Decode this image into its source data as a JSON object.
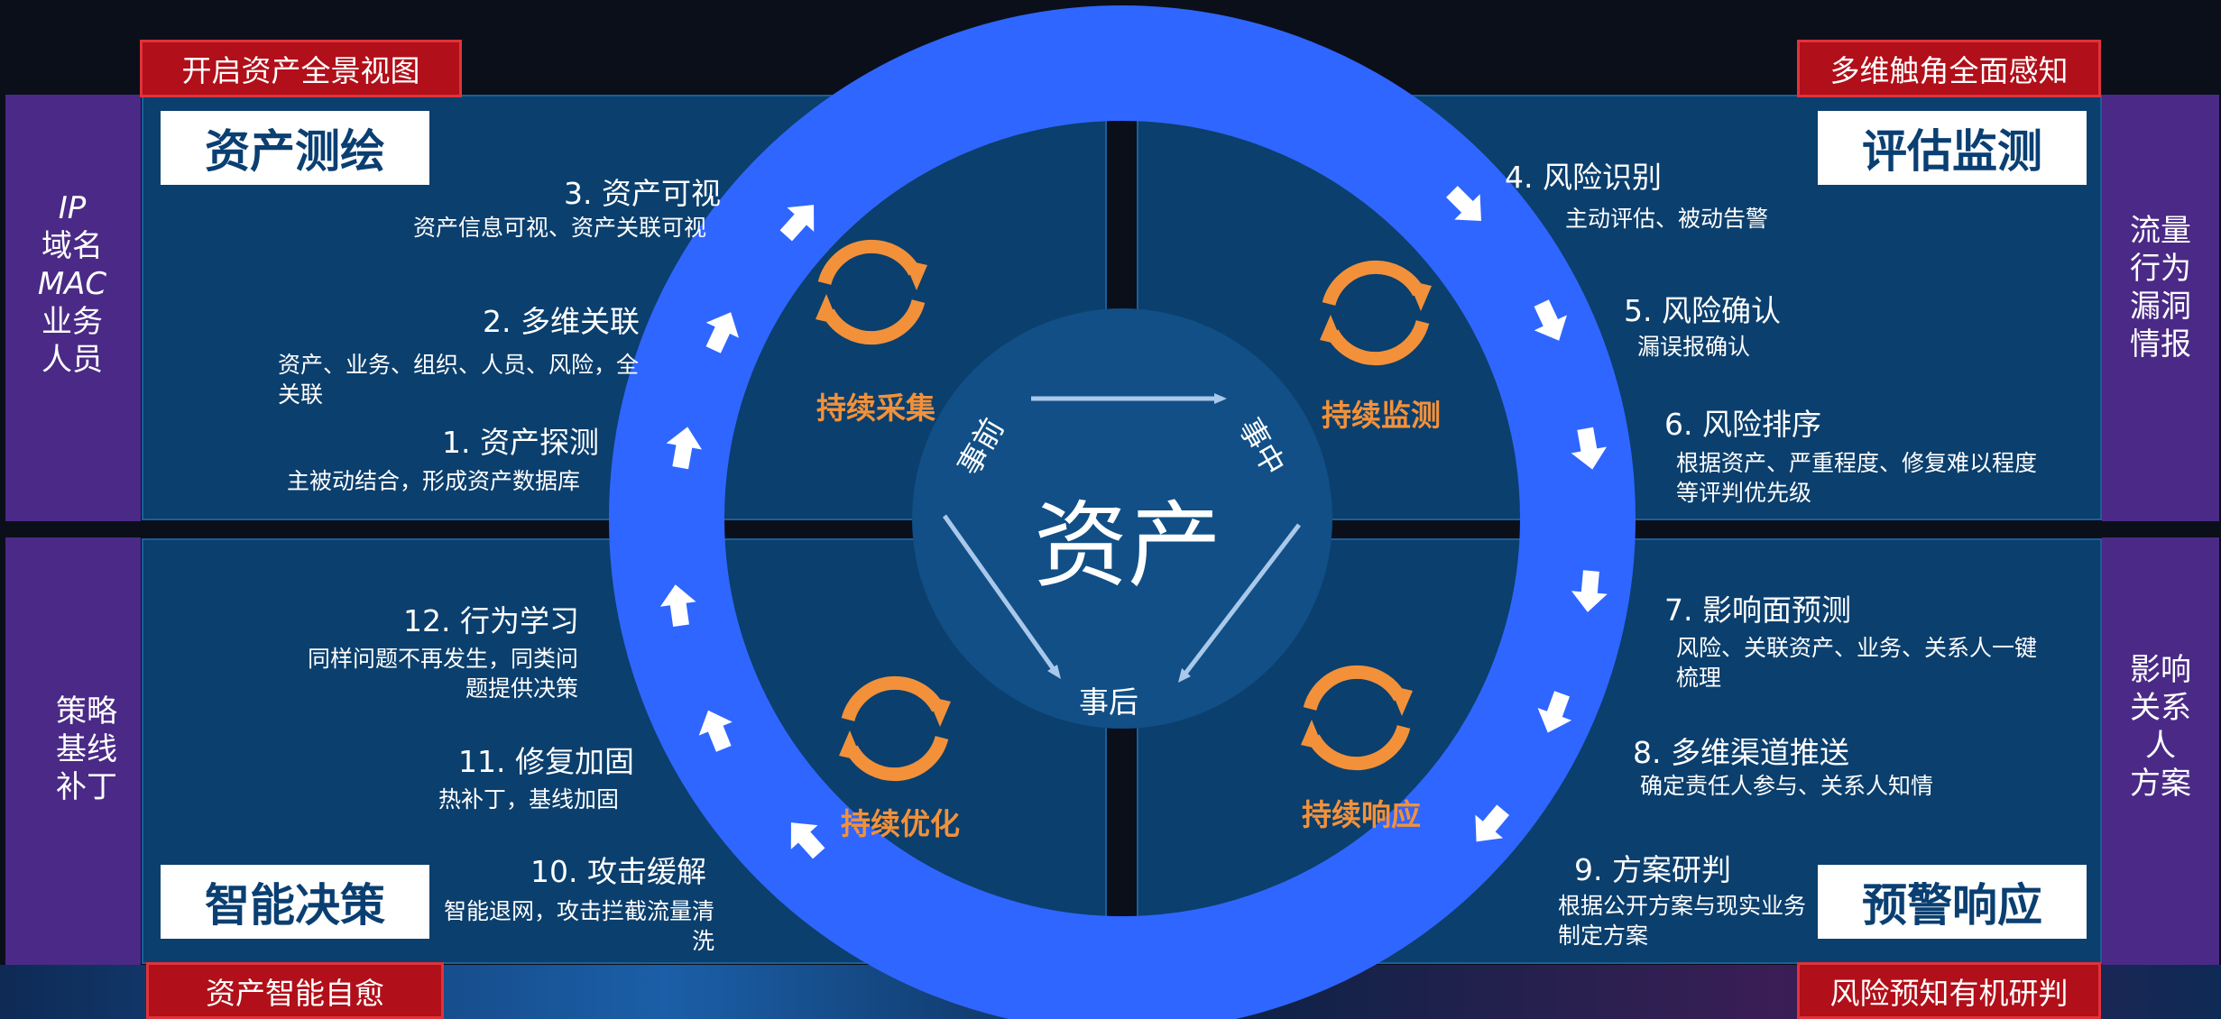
{
  "top_tags": {
    "left": "开启资产全景视图",
    "right": "多维触角全面感知"
  },
  "bottom_tags": {
    "left": "资产智能自愈",
    "right": "风险预知有机研判"
  },
  "quadrant_titles": {
    "top_left": "资产测绘",
    "top_right": "评估监测",
    "bottom_left": "智能决策",
    "bottom_right": "预警响应"
  },
  "side_labels": {
    "left_top": [
      "IP",
      "域名",
      "MAC",
      "业务",
      "人员"
    ],
    "left_bottom": [
      "策略",
      "基线",
      "补丁"
    ],
    "right_top": [
      "流量",
      "行为",
      "漏洞",
      "情报"
    ],
    "right_bottom": [
      "影响",
      "关系",
      "人",
      "方案"
    ]
  },
  "steps": [
    {
      "title": "1. 资产探测",
      "desc": "主被动结合，形成资产数据库"
    },
    {
      "title": "2. 多维关联",
      "desc": "资产、业务、组织、人员、风险，全关联"
    },
    {
      "title": "3. 资产可视",
      "desc": "资产信息可视、资产关联可视"
    },
    {
      "title": "4. 风险识别",
      "desc": "主动评估、被动告警"
    },
    {
      "title": "5. 风险确认",
      "desc": "漏误报确认"
    },
    {
      "title": "6. 风险排序",
      "desc": "根据资产、严重程度、修复难以程度等评判优先级"
    },
    {
      "title": "7. 影响面预测",
      "desc": "风险、关联资产、业务、关系人一键梳理"
    },
    {
      "title": "8. 多维渠道推送",
      "desc": "确定责任人参与、关系人知情"
    },
    {
      "title": "9. 方案研判",
      "desc": "根据公开方案与现实业务制定方案"
    },
    {
      "title": "10. 攻击缓解",
      "desc": "智能退网，攻击拦截流量清洗"
    },
    {
      "title": "11. 修复加固",
      "desc": "热补丁，基线加固"
    },
    {
      "title": "12. 行为学习",
      "desc": "同样问题不再发生，同类问题提供决策"
    }
  ],
  "cycles": {
    "collect": "持续采集",
    "monitor": "持续监测",
    "optimize": "持续优化",
    "respond": "持续响应"
  },
  "center": {
    "title": "资产",
    "before": "事前",
    "during": "事中",
    "after": "事后"
  },
  "colors": {
    "ring": "#2f66ff",
    "panel": "#0b3f6d",
    "side": "#4a2a86",
    "tag_red": "#b10f19",
    "orange": "#f2913a",
    "center_circle": "#114f86"
  }
}
